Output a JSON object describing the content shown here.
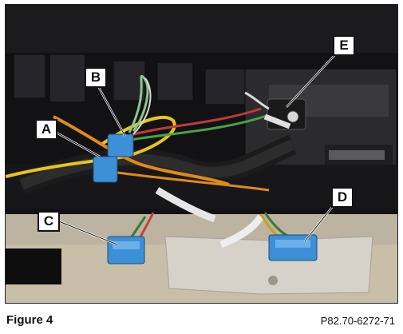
{
  "figure": {
    "caption": "Figure 4",
    "reference_code": "P82.70-6272-71"
  },
  "callouts": {
    "a": "A",
    "b": "B",
    "c": "C",
    "d": "D",
    "e": "E"
  },
  "colors": {
    "connector_blue": "#3d8fd6",
    "wire_orange": "#e08a1a",
    "wire_yellow": "#e8c41f",
    "tray_beige": "#c9bfa8",
    "panel_dark": "#141416"
  }
}
